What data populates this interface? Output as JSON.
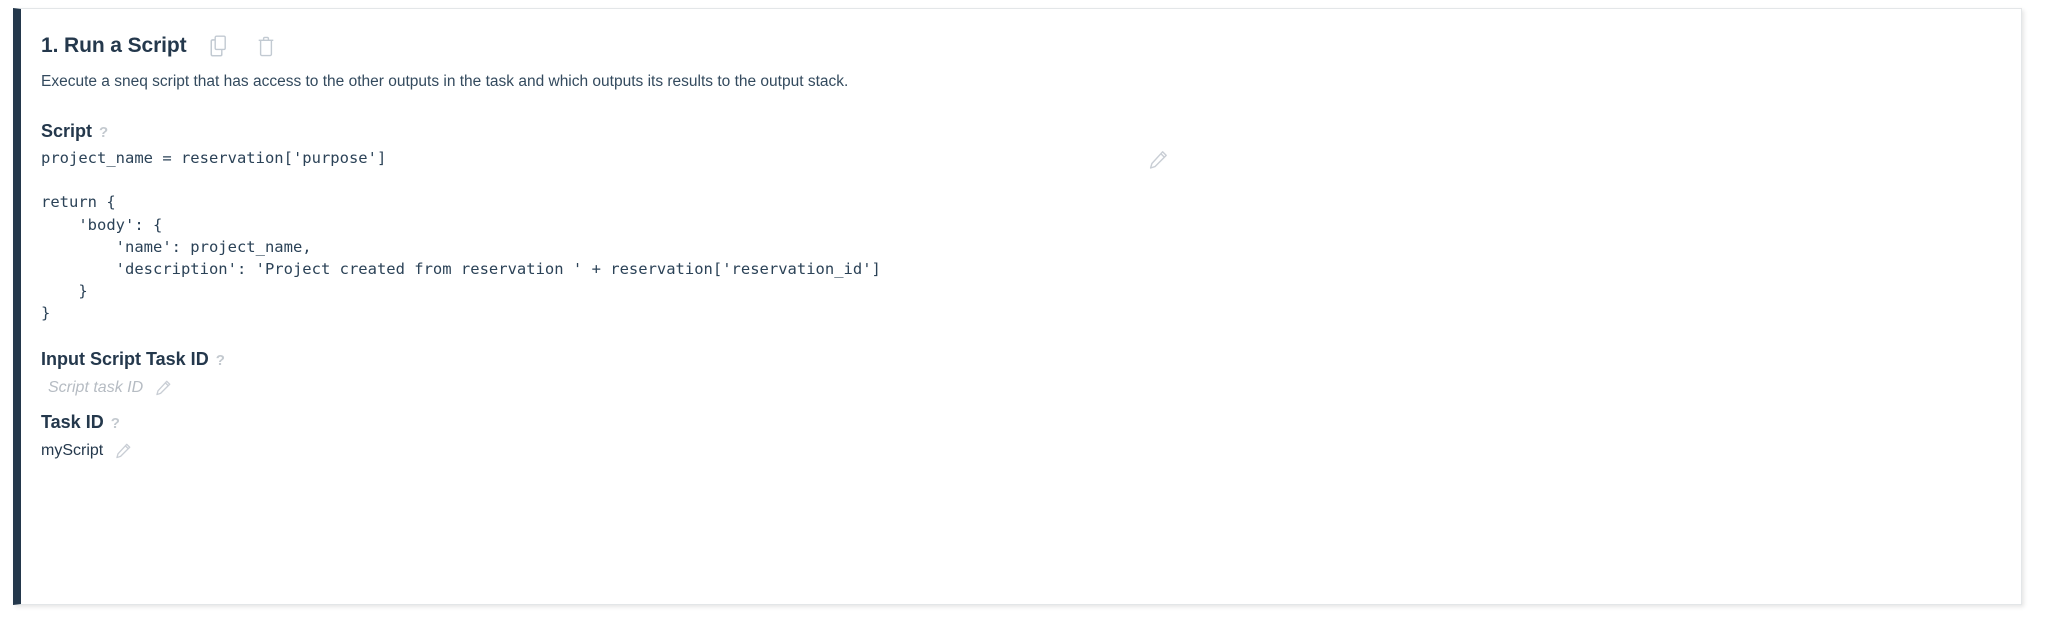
{
  "card": {
    "accent_color": "#24384c",
    "border_color": "#e3e6e8"
  },
  "header": {
    "title": "1. Run a Script",
    "copy_icon": "copy-icon",
    "delete_icon": "trash-icon"
  },
  "description": "Execute a sneq script that has access to the other outputs in the task and which outputs its results to the output stack.",
  "fields": {
    "script": {
      "label": "Script",
      "help": "?",
      "edit_icon": "pencil-icon",
      "code": "project_name = reservation['purpose']\n\nreturn {\n    'body': {\n        'name': project_name,\n        'description': 'Project created from reservation ' + reservation['reservation_id']\n    }\n}"
    },
    "input_script_task_id": {
      "label": "Input Script Task ID",
      "help": "?",
      "value": "",
      "placeholder": "Script task ID",
      "edit_icon": "pencil-icon"
    },
    "task_id": {
      "label": "Task ID",
      "help": "?",
      "value": "myScript",
      "edit_icon": "pencil-icon"
    }
  }
}
